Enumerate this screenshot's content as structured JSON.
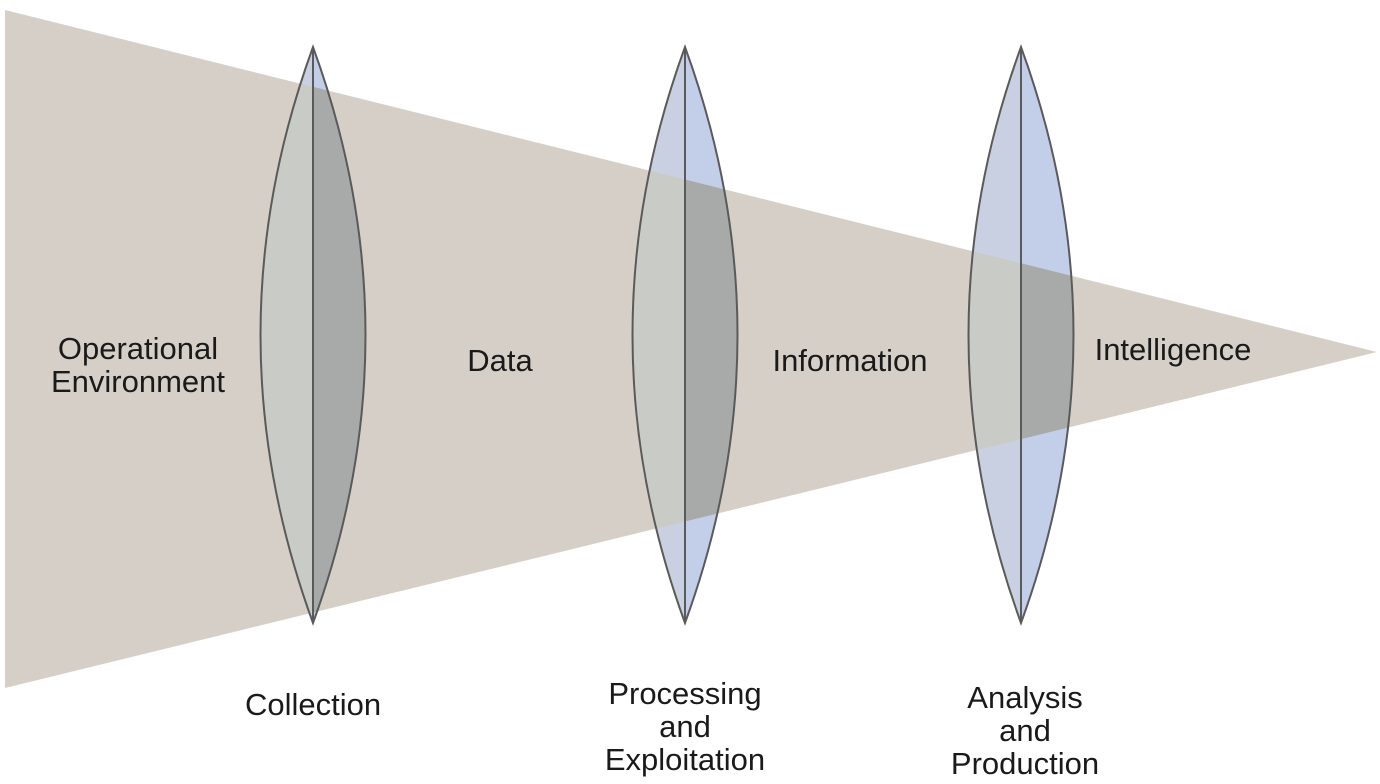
{
  "colors": {
    "funnel": "#d5cfc7",
    "lens_left": "#c8d0e2",
    "lens_right": "#c3cfe8",
    "lens_overlap_left": "#c9ccc6",
    "lens_overlap_right": "#a8aaaa",
    "lens_stroke": "#5b5a5a",
    "text": "#1a1a1a",
    "background": "#ffffff"
  },
  "stages": [
    {
      "name": "Operational Environment",
      "lines": [
        "Operational",
        "Environment"
      ]
    },
    {
      "name": "Data",
      "lines": [
        "Data"
      ]
    },
    {
      "name": "Information",
      "lines": [
        "Information"
      ]
    },
    {
      "name": "Intelligence",
      "lines": [
        "Intelligence"
      ]
    }
  ],
  "lenses": [
    {
      "name": "Collection",
      "lines": [
        "Collection"
      ]
    },
    {
      "name": "Processing and Exploitation",
      "lines": [
        "Processing",
        "and",
        "Exploitation"
      ]
    },
    {
      "name": "Analysis and Production",
      "lines": [
        "Analysis",
        "and",
        "Production"
      ]
    }
  ]
}
